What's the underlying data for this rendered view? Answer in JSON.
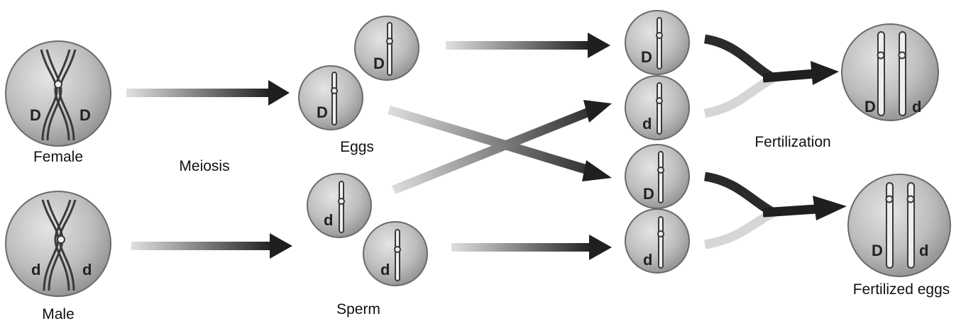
{
  "labels": {
    "female": "Female",
    "male": "Male",
    "meiosis": "Meiosis",
    "eggs": "Eggs",
    "sperm": "Sperm",
    "fertilization": "Fertilization",
    "fertilized_eggs": "Fertilized eggs"
  },
  "cells": {
    "female": {
      "left_allele": "D",
      "right_allele": "D"
    },
    "male": {
      "left_allele": "d",
      "right_allele": "d"
    },
    "egg_1": {
      "allele": "D"
    },
    "egg_2": {
      "allele": "D"
    },
    "sperm_1": {
      "allele": "d"
    },
    "sperm_2": {
      "allele": "d"
    },
    "pair_1_top": {
      "allele": "D"
    },
    "pair_1_bottom": {
      "allele": "d"
    },
    "pair_2_top": {
      "allele": "D"
    },
    "pair_2_bottom": {
      "allele": "d"
    },
    "zygote_1": {
      "left_allele": "D",
      "right_allele": "d"
    },
    "zygote_2": {
      "left_allele": "D",
      "right_allele": "d"
    }
  },
  "colors": {
    "arrow_dark": "#1f1f1f",
    "arrow_light": "#d6d6d6",
    "cell_fill": "#bdbdbd",
    "cell_stroke": "#6a6a6a",
    "chromosome_fill": "#efefef",
    "chromosome_stroke": "#3a3a3a"
  }
}
